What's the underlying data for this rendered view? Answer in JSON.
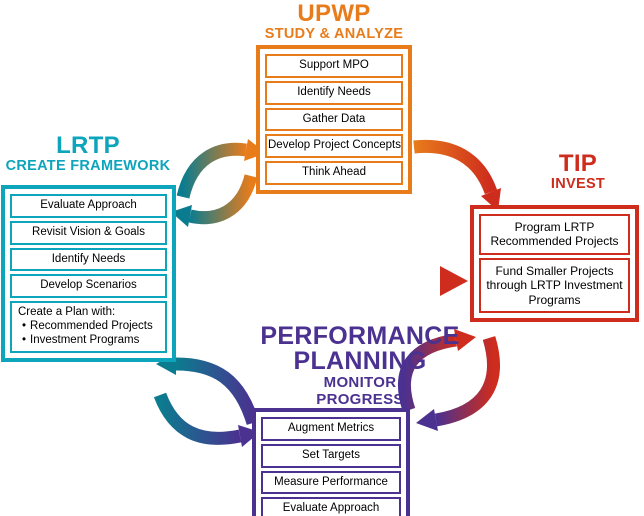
{
  "colors": {
    "orange": "#E87C1B",
    "teal": "#0DA5BC",
    "teal_dark": "#0B7C8F",
    "red": "#CE2C1D",
    "purple": "#4B3190"
  },
  "upwp": {
    "title": "UPWP",
    "subtitle": "STUDY & ANALYZE",
    "items": [
      "Support MPO",
      "Identify Needs",
      "Gather Data",
      "Develop Project Concepts",
      "Think Ahead"
    ]
  },
  "lrtp": {
    "title": "LRTP",
    "subtitle": "CREATE FRAMEWORK",
    "items": [
      "Evaluate Approach",
      "Revisit Vision & Goals",
      "Identify Needs",
      "Develop Scenarios"
    ],
    "plan": {
      "heading": "Create a Plan with:",
      "bullets": [
        "Recommended Projects",
        "Investment Programs"
      ]
    }
  },
  "tip": {
    "title": "TIP",
    "subtitle": "INVEST",
    "items": [
      "Program LRTP Recommended Projects",
      "Fund Smaller Projects through LRTP Investment Programs"
    ]
  },
  "performance": {
    "title_line1": "PERFORMANCE",
    "title_line2": "PLANNING",
    "subtitle_line1": "MONITOR",
    "subtitle_line2": "PROGRESS",
    "items": [
      "Augment Metrics",
      "Set Targets",
      "Measure Performance",
      "Evaluate Approach"
    ]
  }
}
